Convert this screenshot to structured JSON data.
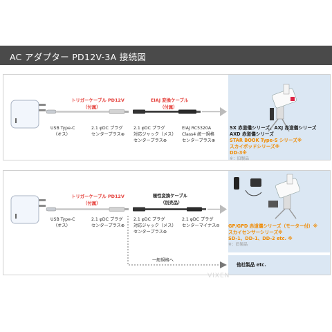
{
  "title": "AC アダプター PD12V-3A 接続図",
  "panel1": {
    "cable1_name": "トリガーケーブル PD12V",
    "cable1_note": "（付属）",
    "cable2_name": "EIAJ 変換ケーブル",
    "cable2_note": "（付属）",
    "labels": [
      {
        "line1": "USB Type-C",
        "line2": "（オス）"
      },
      {
        "line1": "2.1 φDC プラグ",
        "line2": "センタープラス⊕"
      },
      {
        "line1": "2.1 φDC プラグ",
        "line2": "対応ジャック（メス）",
        "line3": "センタープラス⊕"
      },
      {
        "line1": "EIAJ RC5320A",
        "line2": "Class4 統一規格",
        "line3": "センタープラス⊕"
      }
    ],
    "devices": [
      {
        "text": "SX 赤道儀シリーズ、AXJ 赤道儀シリーズ",
        "color": "black"
      },
      {
        "text": "AXD 赤道儀シリーズ",
        "color": "black"
      },
      {
        "text": "STAR BOOK Type-S シリーズ※",
        "color": "orange"
      },
      {
        "text": "スカイポッドシリーズ※",
        "color": "orange"
      },
      {
        "text": "DD-3※",
        "color": "orange"
      },
      {
        "text": "※：旧製品",
        "color": "gray"
      }
    ]
  },
  "panel2": {
    "cable1_name": "トリガーケーブル PD12V",
    "cable1_note": "（付属）",
    "cable2_name": "極性変換ケーブル",
    "cable2_note": "（別売品）",
    "labels": [
      {
        "line1": "USB Type-C",
        "line2": "（オス）"
      },
      {
        "line1": "2.1 φDC プラグ",
        "line2": "センタープラス⊕"
      },
      {
        "line1": "2.1 φDC プラグ",
        "line2": "対応ジャック（メス）",
        "line3": "センタープラス⊕"
      },
      {
        "line1": "2.1 φDC プラグ",
        "line2": "センターマイナス⊖"
      }
    ],
    "devices": [
      {
        "text": "GP/GPD 赤道儀シリーズ（モーター付）※",
        "color": "orange"
      },
      {
        "text": "スカイセンサーシリーズ※",
        "color": "orange"
      },
      {
        "text": "SD-1、DD-1、DD-2 etc. ※",
        "color": "orange"
      },
      {
        "text": "※：旧製品",
        "color": "gray"
      }
    ],
    "general_label": "一般規格へ",
    "other_label": "他社製品 etc."
  },
  "watermark": "VIXEN",
  "colors": {
    "red": "#e5403b",
    "orange": "#f08a00",
    "blue_panel": "#dbe7f3",
    "title_bg": "#4a4a4a"
  }
}
